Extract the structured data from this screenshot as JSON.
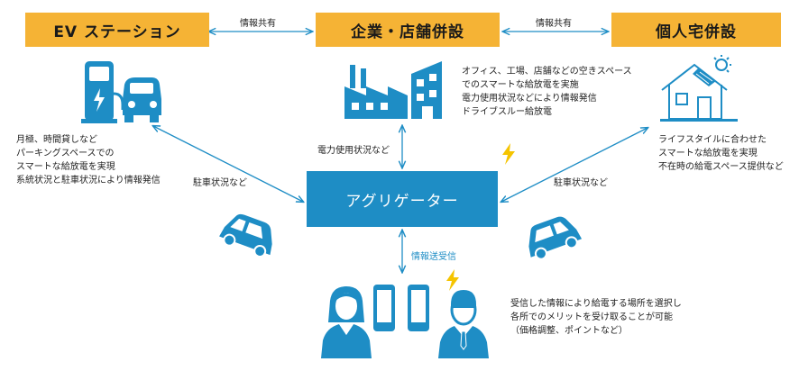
{
  "boxes": {
    "ev": "EV ステーション",
    "corp": "企業・店舗併設",
    "home": "個人宅併設"
  },
  "aggregator": "アグリゲーター",
  "labels": {
    "share_left": "情報共有",
    "share_right": "情報共有",
    "power_usage": "電力使用状況など",
    "parking_left": "駐車状況など",
    "parking_right": "駐車状況など",
    "send_receive": "情報送受信"
  },
  "descriptions": {
    "ev": [
      "月極、時間貸しなど",
      "パーキングスペースでの",
      "スマートな給放電を実現",
      "系統状況と駐車状況により情報発信"
    ],
    "corp": [
      "オフィス、工場、店舗などの空きスペース",
      "でのスマートな給放電を実施",
      "電力使用状況などにより情報発信",
      "ドライブスルー給放電"
    ],
    "home": [
      "ライフスタイルに合わせた",
      "スマートな給放電を実現",
      "不在時の給電スペース提供など"
    ],
    "user": [
      "受信した情報により給電する場所を選択し",
      "各所でのメリットを受け取ることが可能",
      "（価格調整、ポイントなど）"
    ]
  },
  "colors": {
    "accent_yellow": "#f5b335",
    "primary_blue": "#1e8dc5",
    "bolt": "#f5c400"
  },
  "icons": [
    "ev-charger-icon",
    "factory-icon",
    "house-solar-icon",
    "car-icon",
    "lightning-icon",
    "person-woman-icon",
    "person-man-icon",
    "smartphone-icon"
  ]
}
